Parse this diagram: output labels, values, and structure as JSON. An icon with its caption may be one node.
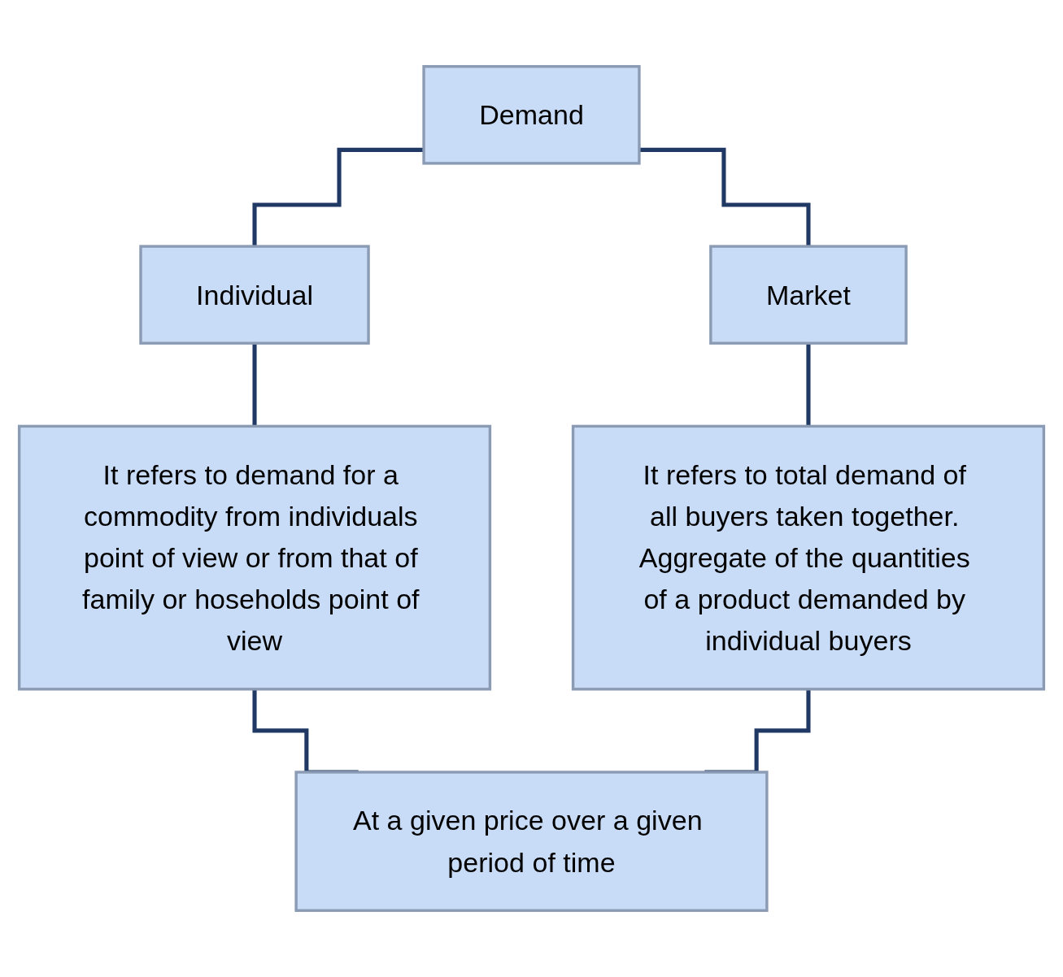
{
  "diagram": {
    "nodes": [
      {
        "text": [
          "Demand"
        ]
      },
      {
        "text": [
          "Individual"
        ]
      },
      {
        "text": [
          "Market"
        ]
      },
      {
        "text": [
          "It refers to demand for a commodity from individuals point of view or from that of family or hoseholds point of view"
        ]
      },
      {
        "text": [
          "It refers to total demand of all buyers taken together. Aggregate of the quantities of a product demanded by individual buyers"
        ]
      },
      {
        "text": [
          "At a given price over a given period of time"
        ]
      }
    ],
    "edges": [
      {
        "from": 0,
        "to": 1,
        "arrow": "none"
      },
      {
        "from": 0,
        "to": 2,
        "arrow": "none"
      },
      {
        "from": 1,
        "to": 3,
        "arrow": "none"
      },
      {
        "from": 2,
        "to": 4,
        "arrow": "none"
      },
      {
        "from": 3,
        "to": 5,
        "arrow": "none"
      },
      {
        "from": 4,
        "to": 5,
        "arrow": "none"
      }
    ]
  }
}
